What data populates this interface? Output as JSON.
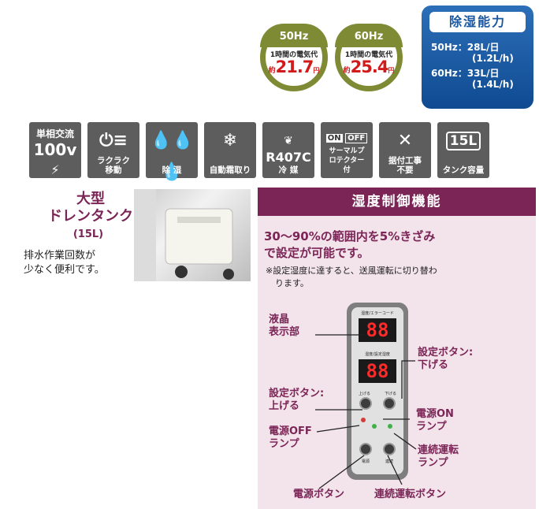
{
  "cost": [
    {
      "hz": "50Hz",
      "label": "1時間の電気代",
      "prefix": "約",
      "value": "21.7",
      "unit": "円"
    },
    {
      "hz": "60Hz",
      "label": "1時間の電気代",
      "prefix": "約",
      "value": "25.4",
      "unit": "円"
    }
  ],
  "capacity": {
    "title": "除湿能力",
    "row1": "50Hz：28L/日",
    "row1b": "(1.2L/h)",
    "row2": "60Hz：33L/日",
    "row2b": "(1.4L/h)"
  },
  "features": [
    {
      "icon": "single-phase-100v-icon",
      "line1": "単相交流",
      "line2": "100v",
      "caption": ""
    },
    {
      "icon": "power-move-icon",
      "line1": "",
      "line2": "",
      "caption": "ラクラク移動"
    },
    {
      "icon": "water-drops-icon",
      "line1": "",
      "line2": "",
      "caption": "除 湿"
    },
    {
      "icon": "snowflake-defrost-icon",
      "line1": "",
      "line2": "",
      "caption": "自動霜取り"
    },
    {
      "icon": "leaf-icon",
      "line1": "R407C",
      "line2": "",
      "caption": "冷 媒"
    },
    {
      "icon": "on-off-switch-icon",
      "line1": "ON",
      "line2": "OFF",
      "caption": "サーマルプロテクター付"
    },
    {
      "icon": "wrench-cross-icon",
      "line1": "",
      "line2": "",
      "caption": "据付工事不要"
    },
    {
      "icon": "tank-15l-icon",
      "line1": "15L",
      "line2": "",
      "caption": "タンク容量"
    }
  ],
  "drain": {
    "title1": "大型",
    "title2": "ドレンタンク",
    "sub": "(15L)",
    "desc1": "排水作業回数が",
    "desc2": "少なく便利です。"
  },
  "humidity": {
    "heading": "湿度制御機能",
    "lead1": "30～90%の範囲内を5%きざみ",
    "lead2": "で設定が可能です。",
    "note1": "※設定湿度に達すると、送風運転に切り替わ",
    "note2": "ります。"
  },
  "panel": {
    "label_top": "湿度/エラーコード",
    "display_top": "88",
    "label_mid": "湿度/設定湿度",
    "display_mid": "88",
    "up_label": "上げる",
    "down_label": "下げる",
    "power_label": "電源",
    "cont_label": "連続"
  },
  "callouts": {
    "lcd1": "液晶",
    "lcd2": "表示部",
    "setdown1": "設定ボタン:",
    "setdown2": "下げる",
    "setup1": "設定ボタン:",
    "setup2": "上げる",
    "pwron1": "電源ON",
    "pwron2": "ランプ",
    "pwroff1": "電源OFF",
    "pwroff2": "ランプ",
    "cont1": "連続運転",
    "cont2": "ランプ",
    "powerbtn": "電源ボタン",
    "contbtn": "連続運転ボタン"
  }
}
